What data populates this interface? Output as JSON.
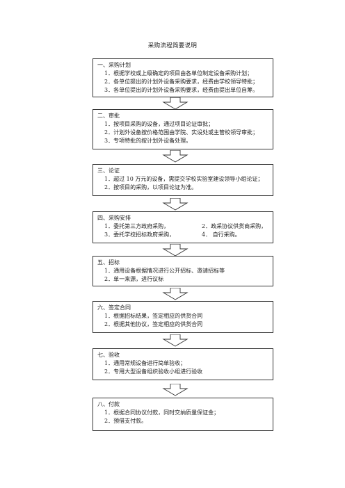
{
  "title": "采购流程简要说明",
  "sections": [
    {
      "heading": "一、采购计划",
      "items": [
        "1．根据学校或上级确定的项目由各单位制定设备采购计划；",
        "2．各单位提出的计划外设备采购要求，经费由学校领导特批；",
        "3．各单位提出的计划外设备采购要求，经费由提出单位自筹。"
      ]
    },
    {
      "heading": "二、审批",
      "items": [
        "1．按项目采购的设备，通过项目论证审批；",
        "2．计划外设备按价格范围由学院、实设处或主管校领导审批；",
        "3．专项特批的按计划外设备处理。"
      ]
    },
    {
      "heading": "三、论证",
      "items": [
        "1．超过 10 万元的设备，需提交学校实验室建设领导小组论证；",
        "2．按项目的采购，以项目论证为准。"
      ]
    },
    {
      "heading": "四、采购安排",
      "rows": [
        [
          "1．委托第三方政府采购，",
          "2．政采协议供货商采购，"
        ],
        [
          "3．委托学校招标政府采购，",
          "4． 自行采购。"
        ]
      ]
    },
    {
      "heading": "五、招标",
      "items": [
        "1．通用设备根据情况进行公开招标、邀请招标等",
        "2．单一来源，进行议标"
      ]
    },
    {
      "heading": "六、签定合同",
      "items": [
        "1．根据招标结果，签定相应的供货合同",
        "2．根据其他协议，签定相应的供货合同"
      ]
    },
    {
      "heading": "七、验收",
      "items": [
        "1．通用常规设备进行简单验收；",
        "2．专用大型设备组织验收小组进行验收"
      ]
    },
    {
      "heading": "八、付款",
      "items": [
        "1．根据合同协议付款，同时交纳质量保证金；",
        "2．预借支付款。"
      ]
    }
  ]
}
